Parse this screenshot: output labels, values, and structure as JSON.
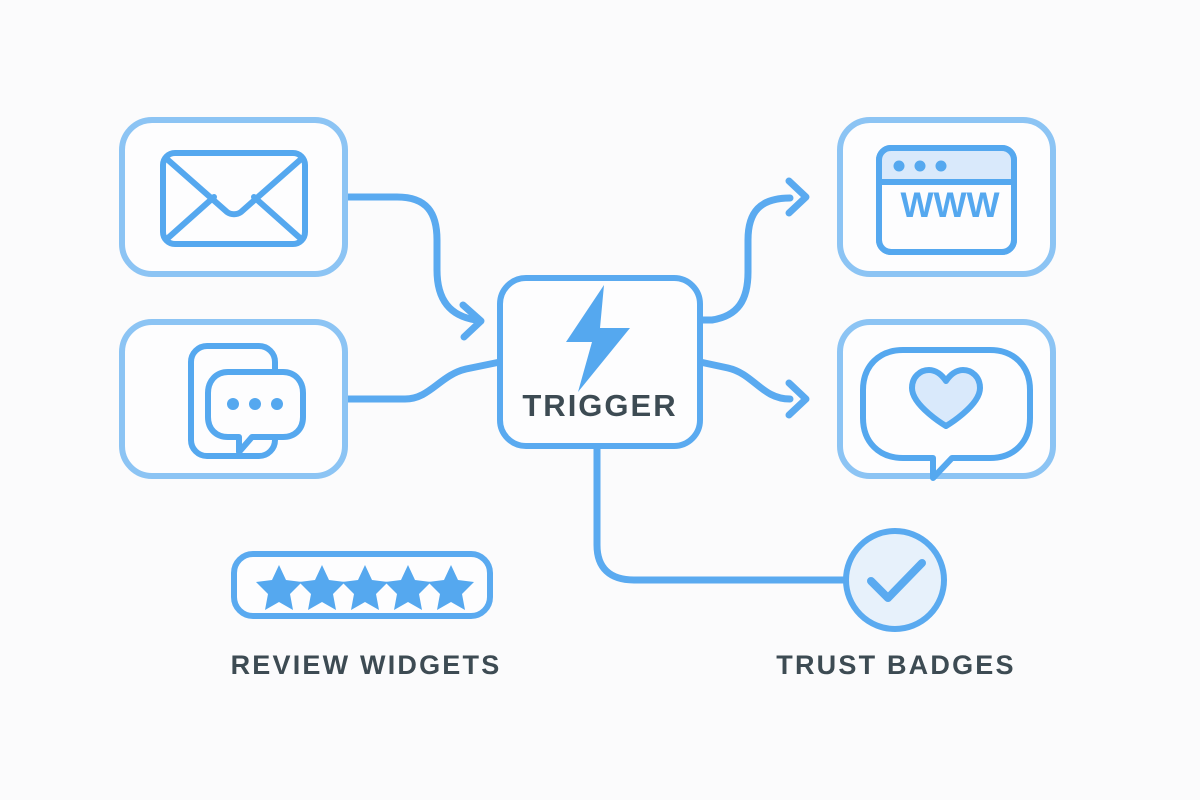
{
  "diagram": {
    "background_color": "#fbfbfc",
    "accent_color": "#5aaaf0",
    "accent_light_color": "#8cc4f4",
    "fill_light_color": "#d9e9fb",
    "text_color": "#3d4b53",
    "center": {
      "label": "TRIGGER",
      "icon": "lightning-bolt-icon"
    },
    "inputs": [
      {
        "id": "email",
        "icon": "envelope-icon",
        "arrowhead": true
      },
      {
        "id": "chat",
        "icon": "chat-bubble-on-device-icon",
        "arrowhead": false
      }
    ],
    "outputs": [
      {
        "id": "website",
        "icon": "browser-window-icon",
        "text": "WWW",
        "arrowhead": true
      },
      {
        "id": "social",
        "icon": "heart-speech-bubble-icon",
        "arrowhead": true
      }
    ],
    "captions": [
      {
        "id": "review-widgets",
        "label": "REVIEW WIDGETS"
      },
      {
        "id": "trust-badges",
        "label": "TRUST BADGES"
      }
    ],
    "review_widget": {
      "star_icon": "star-icon",
      "star_count": 5,
      "stars_filled": 5
    },
    "trust_badge": {
      "icon": "check-circle-icon"
    }
  }
}
